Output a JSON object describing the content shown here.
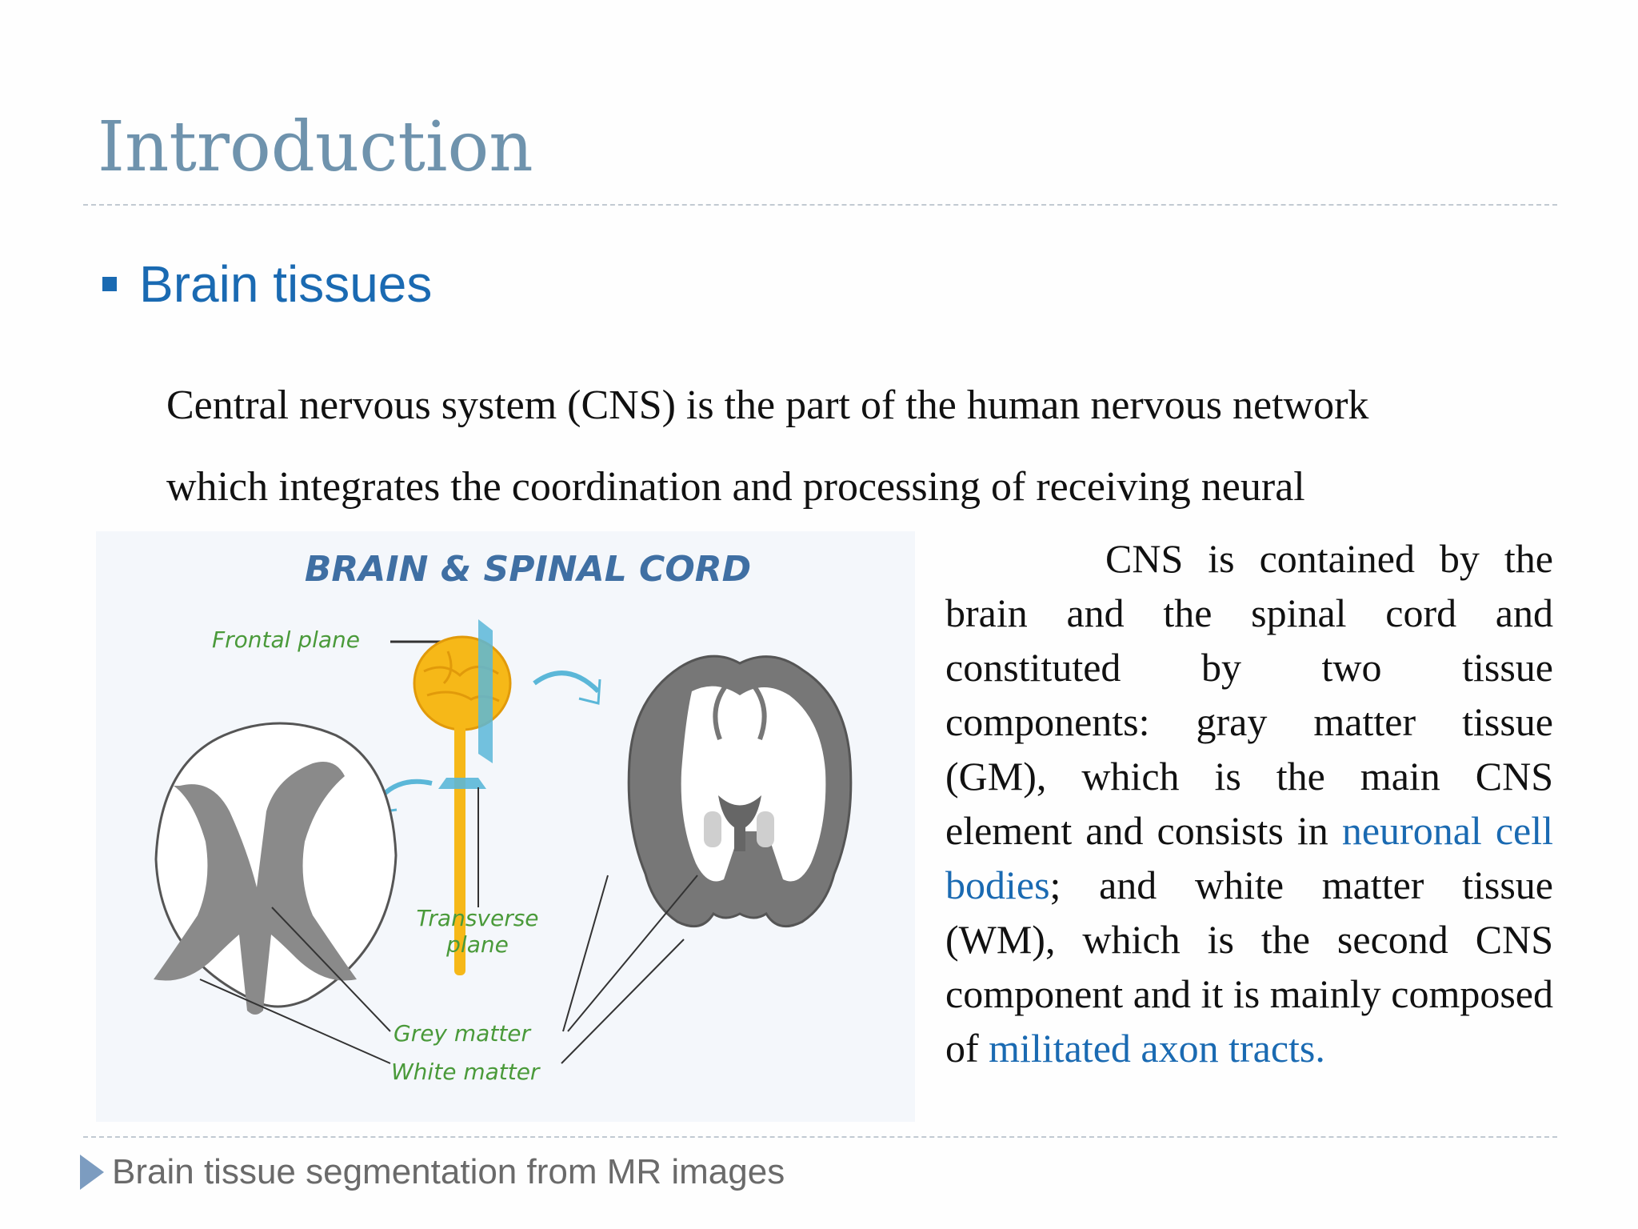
{
  "slide": {
    "title": "Introduction",
    "bullet": "Brain tissues",
    "intro_lines": [
      "Central nervous system (CNS) is the part of the human nervous network",
      "which integrates the coordination and processing of receiving neural"
    ],
    "paragraph": {
      "text1": "CNS is contained by the brain and the spinal cord and constituted by two tissue components: gray matter tissue (GM), which is the main CNS element and consists in ",
      "hl1": "neuronal cell bodies",
      "text2": "; and white matter tissue (WM), which is the second CNS component and it is mainly composed of ",
      "hl2": "militated axon tracts."
    },
    "footer": "Brain tissue segmentation from MR images"
  },
  "figure": {
    "title": "BRAIN & SPINAL CORD",
    "frontal_plane": "Frontal plane",
    "transverse_line1": "Transverse",
    "transverse_line2": "plane",
    "grey_matter": "Grey matter",
    "white_matter": "White matter"
  },
  "colors": {
    "title": "#6f93ad",
    "accent": "#1a6ab2",
    "figure_title": "#3f6fa3",
    "figure_label": "#4a9a3a",
    "brain_yellow": "#f6b818",
    "plane_blue": "#5bb7d8",
    "grey_matter": "#8a8a8a"
  }
}
